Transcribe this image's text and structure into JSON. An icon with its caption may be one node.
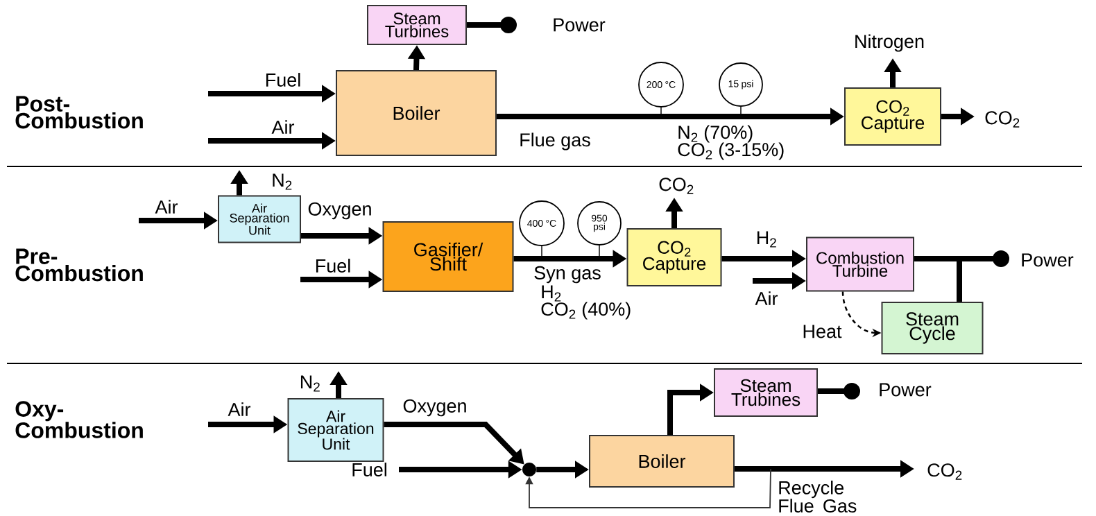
{
  "diagram": {
    "nodes": [
      {
        "text": [
          "Steam Turbines"
        ]
      },
      {
        "text": [
          "Boiler"
        ]
      },
      {
        "text": [
          "200 °C"
        ]
      },
      {
        "text": [
          "15 psi"
        ]
      },
      {
        "text": [
          "CO$_{2}$ Capture"
        ]
      },
      {
        "text": [
          "Air Separation Unit"
        ]
      },
      {
        "text": [
          "Gasifier/ Shift"
        ]
      },
      {
        "text": [
          "400 °C"
        ]
      },
      {
        "text": [
          "950 psi"
        ]
      },
      {
        "text": [
          "CO$_{2}$ Capture"
        ]
      },
      {
        "text": [
          "Combustion Turbine"
        ]
      },
      {
        "text": [
          "Steam Cycle"
        ]
      },
      {
        "text": [
          "Air Separation Unit"
        ]
      },
      {
        "text": [],
        "shape": "circle"
      },
      {
        "text": [
          "Boiler"
        ]
      },
      {
        "text": [
          "Steam Trubines"
        ]
      }
    ],
    "edges": [
      {
        "from": null,
        "to": 1,
        "arrow": "to",
        "label": "Fuel"
      },
      {
        "from": null,
        "to": 1,
        "arrow": "to",
        "label": "Air"
      },
      {
        "from": 1,
        "to": 0,
        "arrow": "to"
      },
      {
        "from": 0,
        "to": null,
        "arrow": "other",
        "label": "Power"
      },
      {
        "from": 1,
        "to": 4,
        "arrow": "to",
        "label": "Flue gas"
      },
      {
        "from": 4,
        "to": null,
        "arrow": "to",
        "label": "Nitrogen"
      },
      {
        "from": 4,
        "to": null,
        "arrow": "to",
        "label": "CO$_{2}$"
      },
      {
        "from": null,
        "to": 5,
        "arrow": "to",
        "label": "Air"
      },
      {
        "from": 5,
        "to": null,
        "arrow": "to",
        "label": "N$_{2}$"
      },
      {
        "from": 5,
        "to": 6,
        "arrow": "to",
        "label": "Oxygen"
      },
      {
        "from": null,
        "to": 6,
        "arrow": "to",
        "label": "Fuel"
      },
      {
        "from": 6,
        "to": 9,
        "arrow": "to",
        "label": "Syn gas"
      },
      {
        "from": 9,
        "to": null,
        "arrow": "to",
        "label": "CO$_{2}$"
      },
      {
        "from": 9,
        "to": 10,
        "arrow": "to",
        "label": "H$_{2}$"
      },
      {
        "from": null,
        "to": 10,
        "arrow": "to",
        "label": "Air"
      },
      {
        "from": 10,
        "to": null,
        "arrow": "other",
        "label": "Power"
      },
      {
        "from": 11,
        "to": null,
        "arrow": "none"
      },
      {
        "from": 10,
        "to": 11,
        "arrow": "to",
        "label": "Heat",
        "style": "dashed"
      },
      {
        "from": null,
        "to": 12,
        "arrow": "to",
        "label": "Air"
      },
      {
        "from": 12,
        "to": null,
        "arrow": "to",
        "label": "N$_{2}$"
      },
      {
        "from": 12,
        "to": 13,
        "arrow": "to",
        "label": "Oxygen"
      },
      {
        "from": null,
        "to": 13,
        "arrow": "to",
        "label": "Fuel"
      },
      {
        "from": 13,
        "to": 14,
        "arrow": "to"
      },
      {
        "from": 14,
        "to": 15,
        "arrow": "to"
      },
      {
        "from": 15,
        "to": null,
        "arrow": "other",
        "label": "Power"
      },
      {
        "from": 14,
        "to": null,
        "arrow": "to",
        "label": "CO$_{2}$"
      },
      {
        "from": 14,
        "to": 13,
        "arrow": "to",
        "label": "Recycle Flue Gas"
      },
      {
        "from": 2,
        "to": null,
        "arrow": "none"
      },
      {
        "from": 3,
        "to": null,
        "arrow": "none"
      },
      {
        "from": 7,
        "to": null,
        "arrow": "none"
      },
      {
        "from": 8,
        "to": null,
        "arrow": "none"
      }
    ],
    "labels": [
      "Post- Combustion",
      "N$_{2}$ (70%)",
      "CO$_{2}$ (3-15%)",
      "Pre- Combustion",
      "H$_{2}$",
      "CO$_{2}$ (40%)",
      "Oxy- Combustion"
    ]
  }
}
